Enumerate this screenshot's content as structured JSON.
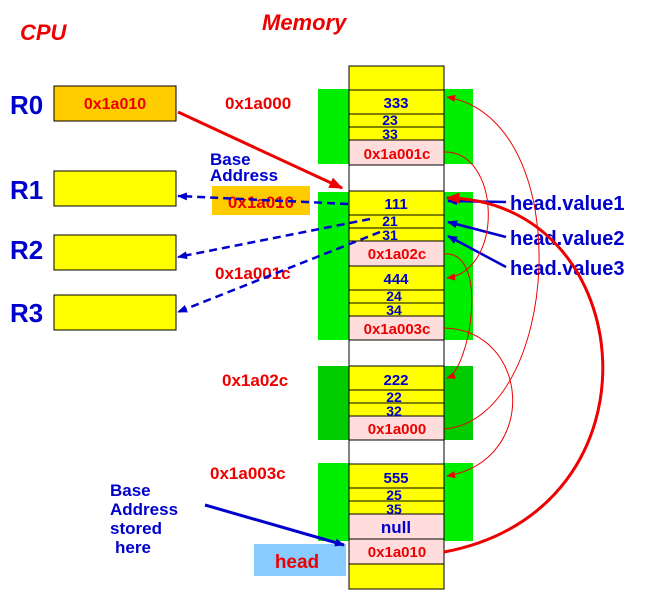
{
  "titles": {
    "cpu": "CPU",
    "memory": "Memory"
  },
  "registers": [
    {
      "name": "R0",
      "value": "0x1a010"
    },
    {
      "name": "R1",
      "value": ""
    },
    {
      "name": "R2",
      "value": ""
    },
    {
      "name": "R3",
      "value": ""
    }
  ],
  "address_labels": {
    "a1a000": "0x1a000",
    "a1a010": "0x1a010",
    "a1a001c": "0x1a001c",
    "a1a02c": "0x1a02c",
    "a1a003c": "0x1a003c"
  },
  "memory_cells": {
    "n1": {
      "v1": "333",
      "v2": "23",
      "v3": "33",
      "next": "0x1a001c"
    },
    "n2": {
      "v1": "111",
      "v2": "21",
      "v3": "31",
      "next": "0x1a02c"
    },
    "n3": {
      "v1": "444",
      "v2": "24",
      "v3": "34",
      "next": "0x1a003c"
    },
    "n4": {
      "v1": "222",
      "v2": "22",
      "v3": "32",
      "next": "0x1a000"
    },
    "n5": {
      "v1": "555",
      "v2": "25",
      "v3": "35",
      "next": "null"
    },
    "head_value": "0x1a010"
  },
  "annotations": {
    "base_address_1": "Base",
    "base_address_2": "Address",
    "stored_1": "Base",
    "stored_2": "Address",
    "stored_3": "stored",
    "stored_4": "here",
    "head_value1": "head.value1",
    "head_value2": "head.value2",
    "head_value3": "head.value3",
    "head_label": "head"
  },
  "colors": {
    "yellow": "#ffff00",
    "green": "#00ee00",
    "pink": "#ffdddd",
    "orange": "#ffcc00",
    "red": "#ee0000",
    "blue": "#0000cc",
    "headbox": "#88ccff"
  }
}
